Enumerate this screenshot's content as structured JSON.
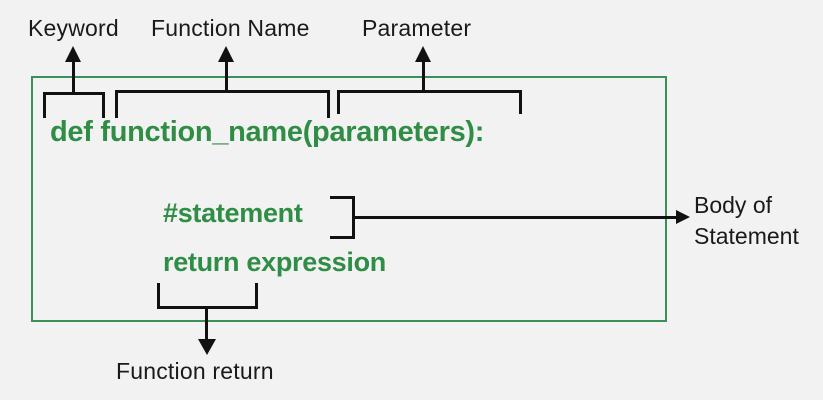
{
  "colors": {
    "background": "#f2f2f2",
    "code_green": "#2f8d46",
    "box_border": "#3a9158",
    "line_black": "#111111",
    "label_black": "#1a1a1a"
  },
  "callouts": {
    "keyword": "Keyword",
    "function_name": "Function Name",
    "parameter": "Parameter",
    "body": [
      "Body of",
      "Statement"
    ],
    "function_return": "Function return"
  },
  "code": {
    "definition": "def function_name(parameters):",
    "statement": "#statement",
    "return_expression": "return expression"
  }
}
